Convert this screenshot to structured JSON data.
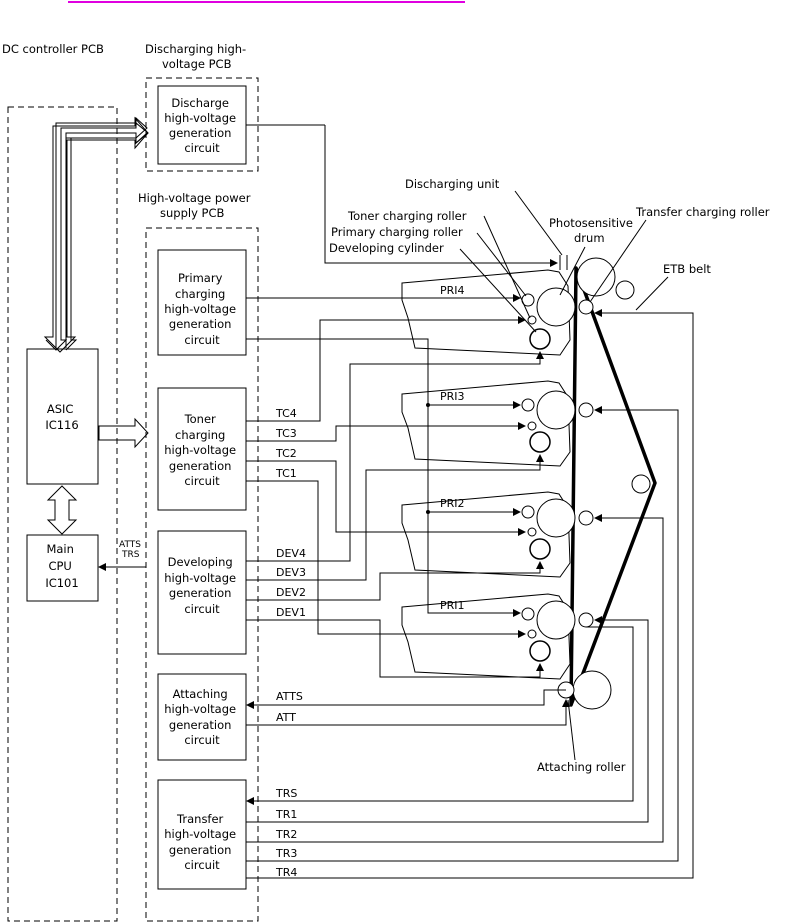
{
  "pcbs": {
    "dc_controller": "DC controller PCB",
    "discharging_line1": "Discharging high-",
    "discharging_line2": "voltage PCB",
    "hv_power_line1": "High-voltage power",
    "hv_power_line2": "supply PCB"
  },
  "blocks": {
    "discharge": [
      "Discharge",
      "high-voltage",
      "generation",
      "circuit"
    ],
    "primary": [
      "Primary",
      "charging",
      "high-voltage",
      "generation",
      "circuit"
    ],
    "toner": [
      "Toner",
      "charging",
      "high-voltage",
      "generation",
      "circuit"
    ],
    "developing": [
      "Developing",
      "high-voltage",
      "generation",
      "circuit"
    ],
    "attaching": [
      "Attaching",
      "high-voltage",
      "generation",
      "circuit"
    ],
    "transfer": [
      "Transfer",
      "high-voltage",
      "generation",
      "circuit"
    ],
    "asic": [
      "ASIC",
      "IC116"
    ],
    "cpu": [
      "Main",
      "CPU",
      "IC101"
    ]
  },
  "signals": {
    "atts_small": "ATTS",
    "trs_small": "TRS",
    "tc4": "TC4",
    "tc3": "TC3",
    "tc2": "TC2",
    "tc1": "TC1",
    "dev4": "DEV4",
    "dev3": "DEV3",
    "dev2": "DEV2",
    "dev1": "DEV1",
    "atts": "ATTS",
    "att": "ATT",
    "trs": "TRS",
    "tr1": "TR1",
    "tr2": "TR2",
    "tr3": "TR3",
    "tr4": "TR4",
    "pri4": "PRI4",
    "pri3": "PRI3",
    "pri2": "PRI2",
    "pri1": "PRI1"
  },
  "parts": {
    "discharging_unit": "Discharging unit",
    "toner_charging_roller": "Toner charging roller",
    "primary_charging_roller": "Primary charging roller",
    "developing_cylinder": "Developing cylinder",
    "photosensitive_line1": "Photosensitive",
    "photosensitive_line2": "drum",
    "transfer_charging_roller": "Transfer charging roller",
    "etb_belt": "ETB belt",
    "attaching_roller": "Attaching roller"
  }
}
